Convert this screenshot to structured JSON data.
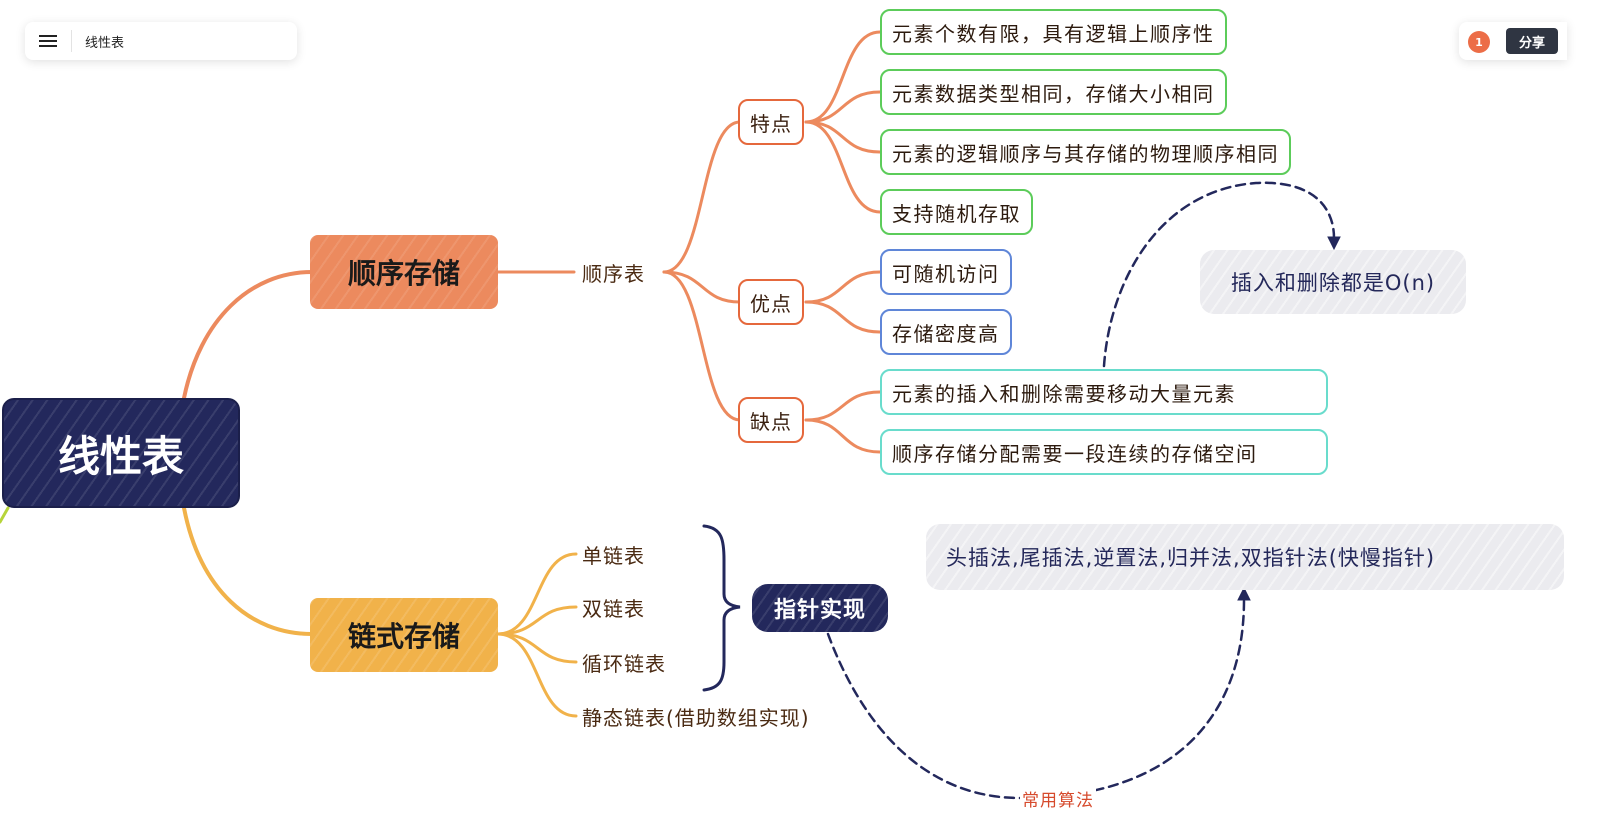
{
  "app": {
    "title": "线性表",
    "share_label": "分享",
    "user_count": "1"
  },
  "colors": {
    "root": "#23285c",
    "sequential": "#ec8a5e",
    "linked": "#f1b24a",
    "feature_border": "#5ccc5a",
    "advantage_border": "#5f86d8",
    "disadvantage_border": "#69dccc",
    "relation_line": "#23285c",
    "relation_label": "#d64a2c"
  },
  "mindmap": {
    "root": "线性表",
    "sequential": {
      "label": "顺序存储",
      "child": "顺序表",
      "features": {
        "label": "特点",
        "items": [
          "元素个数有限，具有逻辑上顺序性",
          "元素数据类型相同，存储大小相同",
          "元素的逻辑顺序与其存储的物理顺序相同",
          "支持随机存取"
        ]
      },
      "advantages": {
        "label": "优点",
        "items": [
          "可随机访问",
          "存储密度高"
        ]
      },
      "disadvantages": {
        "label": "缺点",
        "items": [
          "元素的插入和删除需要移动大量元素",
          "顺序存储分配需要一段连续的存储空间"
        ]
      }
    },
    "linked": {
      "label": "链式存储",
      "items": [
        "单链表",
        "双链表",
        "循环链表",
        "静态链表(借助数组实现)"
      ],
      "summary": "指针实现"
    },
    "callouts": {
      "insert_delete": "插入和删除都是O(n)",
      "algorithms": "头插法,尾插法,逆置法,归并法,双指针法(快慢指针)"
    },
    "relation_label": "常用算法"
  }
}
